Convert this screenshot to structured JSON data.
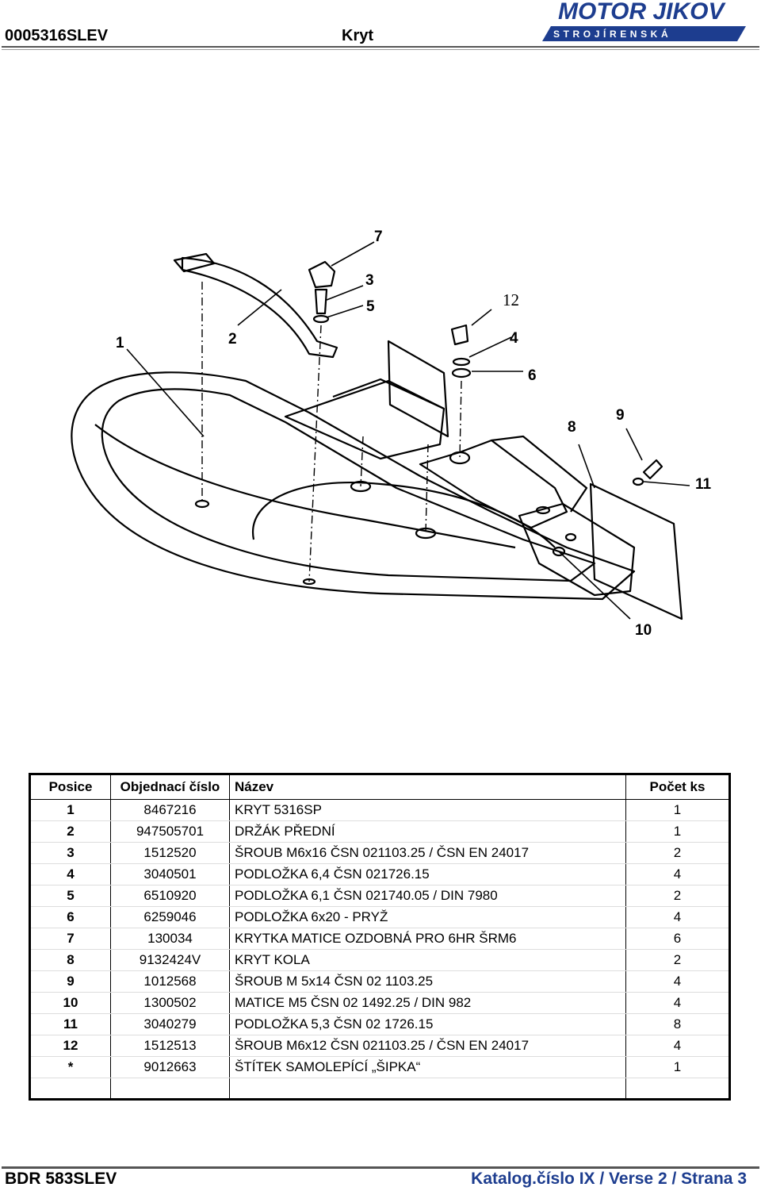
{
  "header": {
    "code": "0005316SLEV",
    "title": "Kryt",
    "logo": {
      "name": "MOTOR JIKOV",
      "subtitle": "STROJÍRENSKÁ",
      "color": "#1d3d8f"
    }
  },
  "drawing": {
    "callouts": [
      "1",
      "2",
      "3",
      "4",
      "5",
      "6",
      "7",
      "8",
      "9",
      "10",
      "11",
      "12"
    ]
  },
  "table": {
    "headers": {
      "pos": "Posice",
      "order": "Objednací číslo",
      "name": "Název",
      "qty": "Počet ks"
    },
    "rows": [
      {
        "pos": "1",
        "order": "8467216",
        "name": "KRYT 5316SP",
        "qty": "1"
      },
      {
        "pos": "2",
        "order": "947505701",
        "name": "DRŽÁK PŘEDNÍ",
        "qty": "1"
      },
      {
        "pos": "3",
        "order": "1512520",
        "name": "ŠROUB M6x16 ČSN 021103.25 / ČSN EN 24017",
        "qty": "2"
      },
      {
        "pos": "4",
        "order": "3040501",
        "name": "PODLOŽKA 6,4 ČSN 021726.15",
        "qty": "4"
      },
      {
        "pos": "5",
        "order": "6510920",
        "name": "PODLOŽKA 6,1 ČSN 021740.05 / DIN 7980",
        "qty": "2"
      },
      {
        "pos": "6",
        "order": "6259046",
        "name": "PODLOŽKA  6x20 - PRYŽ",
        "qty": "4"
      },
      {
        "pos": "7",
        "order": "130034",
        "name": "KRYTKA MATICE OZDOBNÁ  PRO 6HR ŠRM6",
        "qty": "6"
      },
      {
        "pos": "8",
        "order": "9132424V",
        "name": "KRYT KOLA",
        "qty": "2"
      },
      {
        "pos": "9",
        "order": "1012568",
        "name": "ŠROUB M 5x14 ČSN 02 1103.25",
        "qty": "4"
      },
      {
        "pos": "10",
        "order": "1300502",
        "name": "MATICE M5 ČSN 02 1492.25 / DIN 982",
        "qty": "4"
      },
      {
        "pos": "11",
        "order": "3040279",
        "name": "PODLOŽKA 5,3 ČSN 02 1726.15",
        "qty": "8"
      },
      {
        "pos": "12",
        "order": "1512513",
        "name": "ŠROUB M6x12 ČSN 021103.25 / ČSN EN 24017",
        "qty": "4"
      },
      {
        "pos": "*",
        "order": "9012663",
        "name": "ŠTÍTEK SAMOLEPÍCÍ „ŠIPKA“",
        "qty": "1"
      },
      {
        "pos": "",
        "order": "",
        "name": "",
        "qty": ""
      }
    ]
  },
  "footer": {
    "left": "BDR 583SLEV",
    "right": "Katalog.číslo IX / Verse 2 / Strana 3",
    "right_color": "#1d3d8f"
  }
}
